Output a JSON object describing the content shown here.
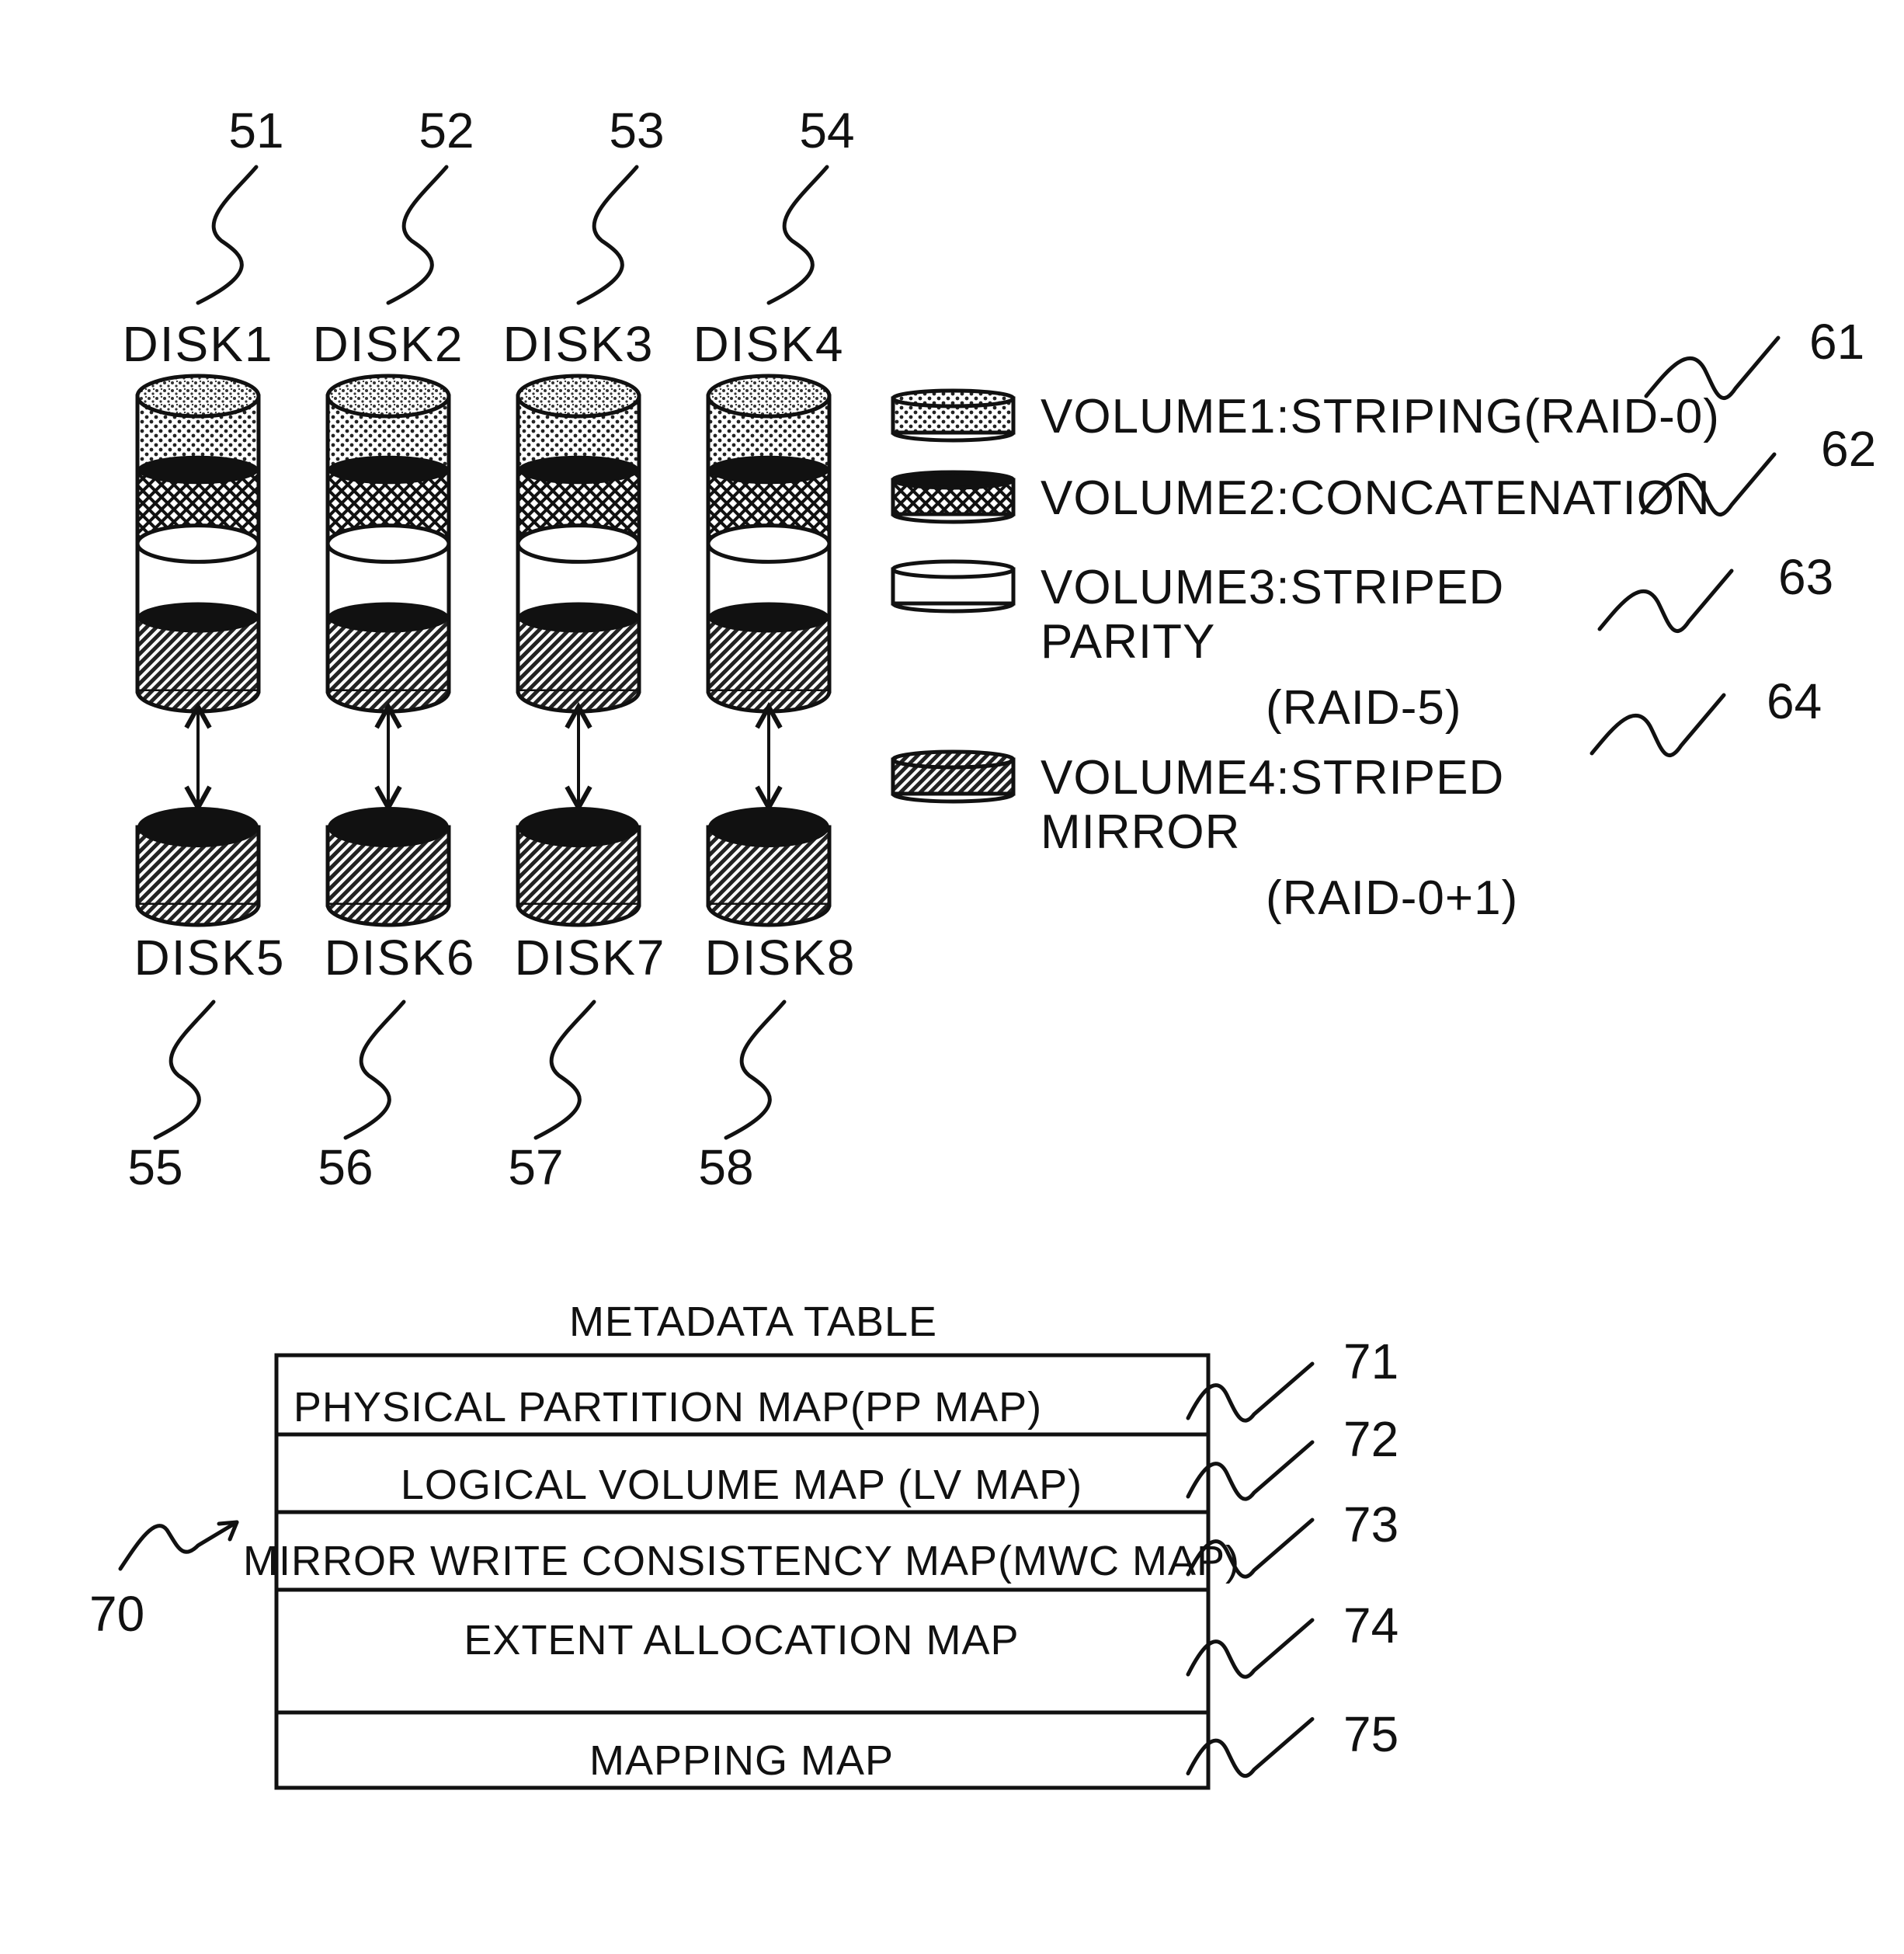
{
  "top_disks": [
    {
      "label": "DISK1",
      "ref": "51"
    },
    {
      "label": "DISK2",
      "ref": "52"
    },
    {
      "label": "DISK3",
      "ref": "53"
    },
    {
      "label": "DISK4",
      "ref": "54"
    }
  ],
  "mirror_disks": [
    {
      "label": "DISK5",
      "ref": "55"
    },
    {
      "label": "DISK6",
      "ref": "56"
    },
    {
      "label": "DISK7",
      "ref": "57"
    },
    {
      "label": "DISK8",
      "ref": "58"
    }
  ],
  "legend": [
    {
      "pattern": "dots",
      "lines": [
        "VOLUME1:STRIPING(RAID-0)"
      ],
      "ref": "61"
    },
    {
      "pattern": "crosshatch",
      "lines": [
        "VOLUME2:CONCATENATION"
      ],
      "ref": "62"
    },
    {
      "pattern": "blank",
      "lines": [
        "VOLUME3:STRIPED",
        "PARITY",
        "(RAID-5)"
      ],
      "ref": "63"
    },
    {
      "pattern": "diagonal",
      "lines": [
        "VOLUME4:STRIPED",
        "MIRROR",
        "(RAID-0+1)"
      ],
      "ref": "64"
    }
  ],
  "metadata_table": {
    "title": "METADATA TABLE",
    "ref": "70",
    "rows": [
      {
        "label": "PHYSICAL PARTITION MAP(PP MAP)",
        "ref": "71"
      },
      {
        "label": "LOGICAL VOLUME MAP (LV MAP)",
        "ref": "72"
      },
      {
        "label": "MIRROR WRITE CONSISTENCY MAP(MWC MAP)",
        "ref": "73"
      },
      {
        "label": "EXTENT ALLOCATION MAP",
        "ref": "74"
      },
      {
        "label": "MAPPING MAP",
        "ref": "75"
      }
    ]
  },
  "colors": {
    "ink": "#111111",
    "paper": "#ffffff"
  }
}
